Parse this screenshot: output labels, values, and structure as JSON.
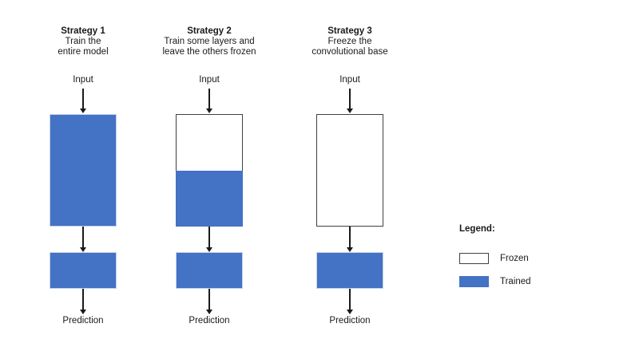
{
  "diagram": {
    "strategies": [
      {
        "title": "Strategy 1",
        "subtitle": [
          "Train the",
          "entire model"
        ],
        "input_label": "Input",
        "output_label": "Prediction",
        "base_state": "trained"
      },
      {
        "title": "Strategy 2",
        "subtitle": [
          "Train some layers and",
          "leave the others frozen"
        ],
        "input_label": "Input",
        "output_label": "Prediction",
        "base_state": "partially_frozen"
      },
      {
        "title": "Strategy 3",
        "subtitle": [
          "Freeze the",
          "convolutional base"
        ],
        "input_label": "Input",
        "output_label": "Prediction",
        "base_state": "frozen"
      }
    ],
    "legend": {
      "title": "Legend:",
      "items": [
        {
          "label": "Frozen",
          "color": "#FFFFFF"
        },
        {
          "label": "Trained",
          "color": "#4472C4"
        }
      ]
    },
    "colors": {
      "trained": "#4472C4",
      "frozen": "#FFFFFF",
      "border_dark": "#404040",
      "border_light": "#C3D1EE",
      "arrow": "#1A1A1A"
    }
  }
}
